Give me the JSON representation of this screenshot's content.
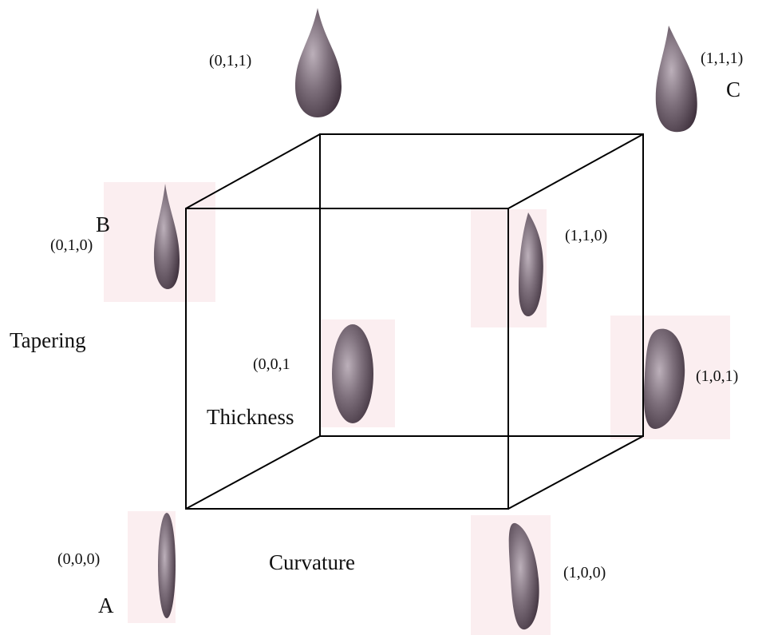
{
  "diagram": {
    "axis_labels": {
      "tapering": "Tapering",
      "thickness": "Thickness",
      "curvature": "Curvature"
    },
    "corner_letters": {
      "a": "A",
      "b": "B",
      "c": "C"
    },
    "vertices": {
      "v000": "(0,0,0)",
      "v010": "(0,1,0)",
      "v001": "(0,0,1",
      "v011": "(0,1,1)",
      "v100": "(1,0,0)",
      "v110": "(1,1,0)",
      "v101": "(1,0,1)",
      "v111": "(1,1,1)"
    },
    "colors": {
      "shape_light": "#b8acb6",
      "shape_mid": "#7a6c78",
      "shape_dark": "#3c2e3a",
      "backdrop": "#fbeef0",
      "edge": "#000000"
    }
  }
}
